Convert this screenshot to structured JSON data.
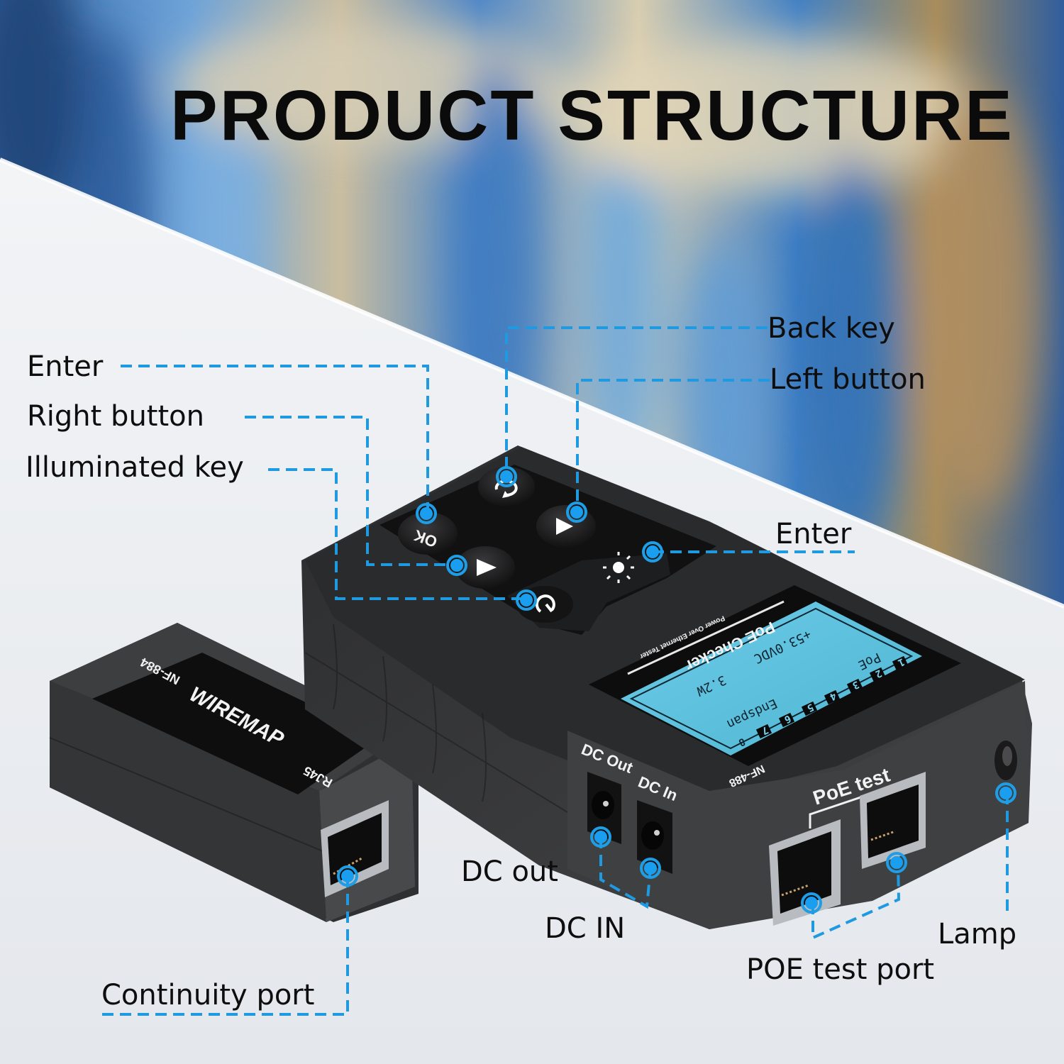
{
  "header": {
    "title": "PRODUCT STRUCTURE"
  },
  "colors": {
    "accent": "#1E9EE6",
    "device_body": "#3a3b3d",
    "lcd": "#5fc3de",
    "text": "#0E0E0E"
  },
  "callouts": {
    "enter_top_left": "Enter",
    "right_button": "Right button",
    "illuminated_key": "Illuminated key",
    "back_key": "Back key",
    "left_button": "Left button",
    "enter_right": "Enter",
    "dc_out": "DC out",
    "dc_in": "DC IN",
    "continuity_port": "Continuity port",
    "poe_test_port": "POE test port",
    "lamp": "Lamp"
  },
  "main_unit": {
    "model": "NF-488",
    "lcd_brand": "PoE Checker",
    "lcd_subtitle": "Power Over Ethernet Tester",
    "lcd_voltage": "+53.0VDC",
    "lcd_power": "3.2W",
    "lcd_mode": "PoE",
    "lcd_type": "Endspan",
    "lcd_pins": [
      "1",
      "2",
      "3",
      "4",
      "5",
      "6",
      "7",
      "8"
    ],
    "ports": {
      "dc_out_label": "DC Out",
      "dc_in_label": "DC In",
      "poe_test_label": "PoE test"
    },
    "buttons": {
      "ok": "OK",
      "back": "back-arrow-icon",
      "left": "triangle-icon",
      "right": "triangle-icon",
      "power": "power-icon",
      "light": "bulb-icon"
    }
  },
  "remote_unit": {
    "model": "NF-884",
    "name": "WIREMAP",
    "port_type": "RJ45"
  }
}
